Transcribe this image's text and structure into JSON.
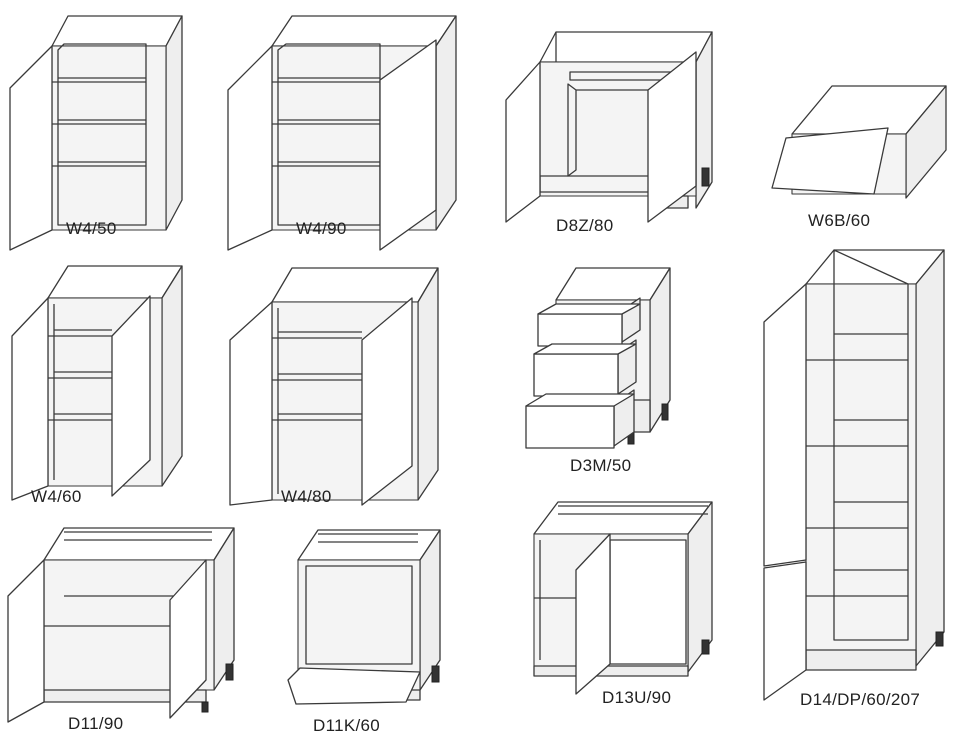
{
  "cabinets": [
    {
      "code": "W4/50"
    },
    {
      "code": "W4/90"
    },
    {
      "code": "D8Z/80"
    },
    {
      "code": "W6B/60"
    },
    {
      "code": "W4/60"
    },
    {
      "code": "W4/80"
    },
    {
      "code": "D3M/50"
    },
    {
      "code": "D14/DP/60/207"
    },
    {
      "code": "D11/90"
    },
    {
      "code": "D11K/60"
    },
    {
      "code": "D13U/90"
    }
  ]
}
